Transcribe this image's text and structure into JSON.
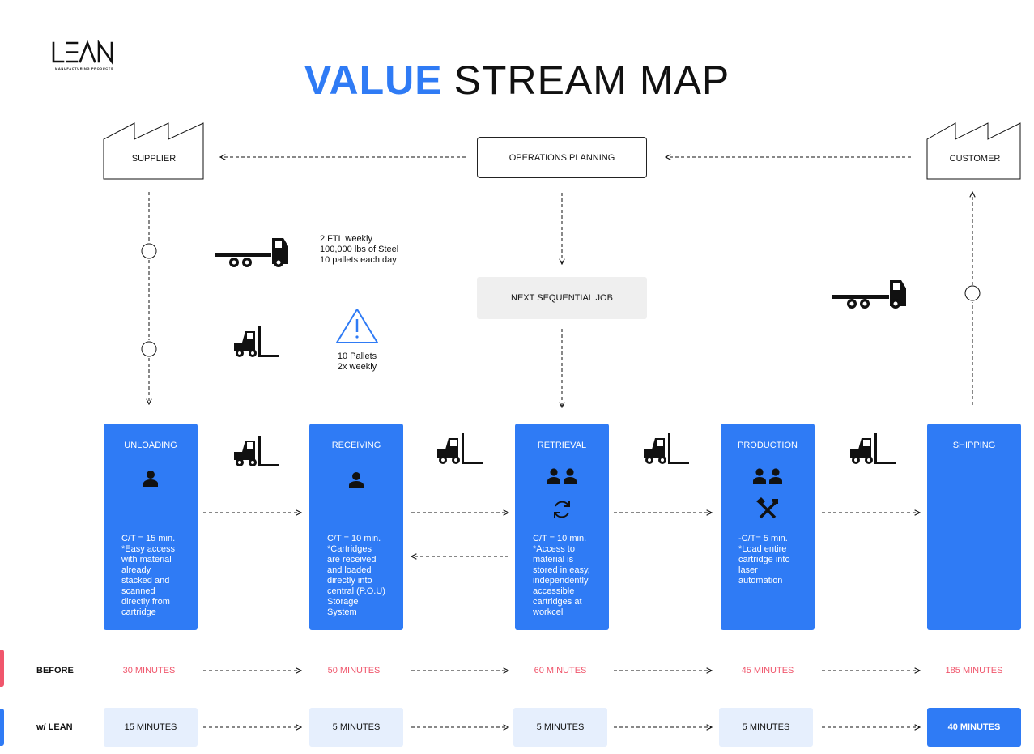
{
  "logo": {
    "text": "LEAN",
    "subtitle": "MANUFACTURING PRODUCTS"
  },
  "title": {
    "strong": "VALUE",
    "rest": "STREAM MAP"
  },
  "supplier": {
    "label": "SUPPLIER"
  },
  "customer": {
    "label": "CUSTOMER"
  },
  "operations_planning": {
    "label": "OPERATIONS PLANNING"
  },
  "next_sequential_job": {
    "label": "NEXT SEQUENTIAL JOB"
  },
  "truck_note": {
    "lines": [
      "2 FTL weekly",
      "100,000 lbs of Steel",
      "10 pallets each day"
    ]
  },
  "warning_note": {
    "lines": [
      "10 Pallets",
      "2x weekly"
    ]
  },
  "stages": [
    {
      "title": "UNLOADING",
      "icons": [
        "person-icon"
      ],
      "desc": [
        "C/T = 15 min.",
        "*Easy access",
        "with material",
        "already",
        "stacked and",
        "scanned",
        "directly from",
        "cartridge"
      ]
    },
    {
      "title": "RECEIVING",
      "icons": [
        "person-icon"
      ],
      "desc": [
        "C/T = 10 min.",
        "*Cartridges",
        "are received",
        "and loaded",
        "directly into",
        "central (P.O.U)",
        "Storage",
        "System"
      ]
    },
    {
      "title": "RETRIEVAL",
      "icons": [
        "two-people-icon",
        "rotate-icon"
      ],
      "desc": [
        "C/T = 10 min.",
        "*Access to",
        "material is",
        "stored in easy,",
        "independently",
        "accessible",
        "cartridges at",
        "workcell"
      ]
    },
    {
      "title": "PRODUCTION",
      "icons": [
        "two-people-icon",
        "tools-icon"
      ],
      "desc": [
        "-C/T= 5 min.",
        "*Load entire",
        "cartridge into",
        "laser",
        "automation"
      ]
    },
    {
      "title": "SHIPPING",
      "icons": [],
      "desc": []
    }
  ],
  "before": {
    "label": "BEFORE",
    "color": "#f0566c",
    "values": [
      "30 MINUTES",
      "50 MINUTES",
      "60 MINUTES",
      "45 MINUTES",
      "185 MINUTES"
    ]
  },
  "lean": {
    "label": "w/ LEAN",
    "color": "#2f7bf5",
    "values": [
      "15 MINUTES",
      "5 MINUTES",
      "5 MINUTES",
      "5 MINUTES",
      "40 MINUTES"
    ]
  },
  "colors": {
    "accent": "#2f7bf5",
    "before": "#f0566c",
    "lean_light": "#e6effd",
    "box_grey": "#efefef"
  }
}
